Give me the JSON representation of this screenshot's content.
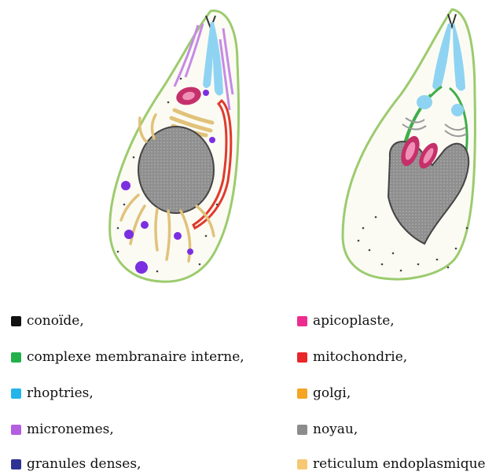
{
  "legend": [
    {
      "key": "conoid",
      "label": "conoïde,",
      "color": "#111111",
      "column": 0,
      "row": 0
    },
    {
      "key": "imc",
      "label": "complexe membranaire interne,",
      "color": "#22b04b",
      "column": 0,
      "row": 1
    },
    {
      "key": "rhoptries",
      "label": "rhoptries,",
      "color": "#23b5ea",
      "column": 0,
      "row": 2
    },
    {
      "key": "micronemes",
      "label": "micronemes,",
      "color": "#b45ee0",
      "column": 0,
      "row": 3
    },
    {
      "key": "dense-granules",
      "label": "granules denses,",
      "color": "#2e3192",
      "column": 0,
      "row": 4
    },
    {
      "key": "apicoplast",
      "label": "apicoplaste,",
      "color": "#ec2d8f",
      "column": 1,
      "row": 0
    },
    {
      "key": "mitochondria",
      "label": "mitochondrie,",
      "color": "#e8272b",
      "column": 1,
      "row": 1
    },
    {
      "key": "golgi",
      "label": "golgi,",
      "color": "#f4a523",
      "column": 1,
      "row": 2
    },
    {
      "key": "nucleus",
      "label": "noyau,",
      "color": "#8c8c8c",
      "column": 1,
      "row": 3
    },
    {
      "key": "er",
      "label": "reticulum endoplasmique",
      "color": "#f7c873",
      "column": 1,
      "row": 4
    }
  ],
  "colors": {
    "membrane": "#9ccb6e",
    "cytoplasm": "#fbfbf4",
    "nucleus_fill": "#8f8f8f",
    "nucleus_outline": "#444444",
    "apicoplast_outer": "#c5306a",
    "apicoplast_inner": "#f090b6",
    "rhoptry": "#8fd3f2",
    "microneme": "#c68ae6",
    "dense_granule": "#7b2fe0",
    "golgi": "#e1c27a",
    "mitochondrion": "#e03a2d",
    "imc": "#3fae49"
  }
}
